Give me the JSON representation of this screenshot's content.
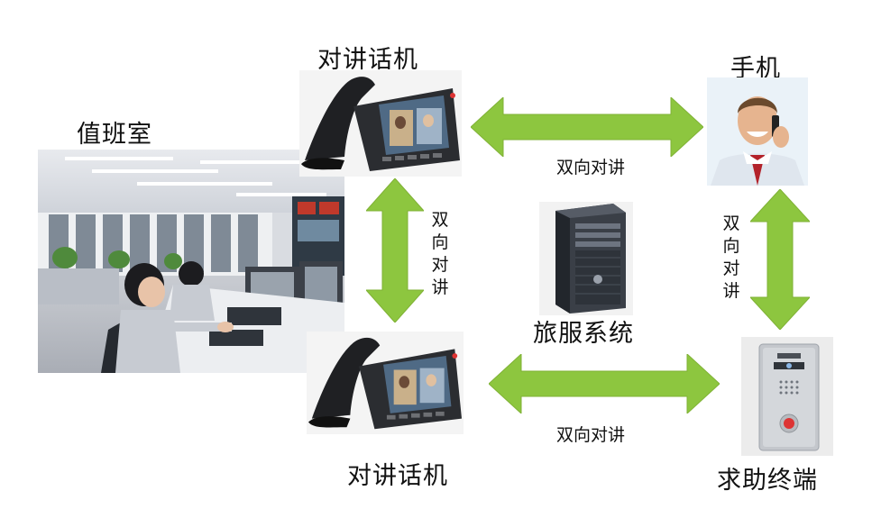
{
  "nodes": {
    "duty_room": "值班室",
    "intercom_top": "对讲话机",
    "intercom_bottom": "对讲话机",
    "mobile": "手机",
    "server": "旅服系统",
    "help_terminal": "求助终端"
  },
  "links": {
    "top_horizontal": "双向对讲",
    "bottom_horizontal": "双向对讲",
    "left_vertical": [
      "双",
      "向",
      "对",
      "讲"
    ],
    "right_vertical": [
      "双",
      "向",
      "对",
      "讲"
    ]
  },
  "colors": {
    "arrow_fill": "#8DC63F",
    "arrow_stroke": "#7FB135"
  }
}
